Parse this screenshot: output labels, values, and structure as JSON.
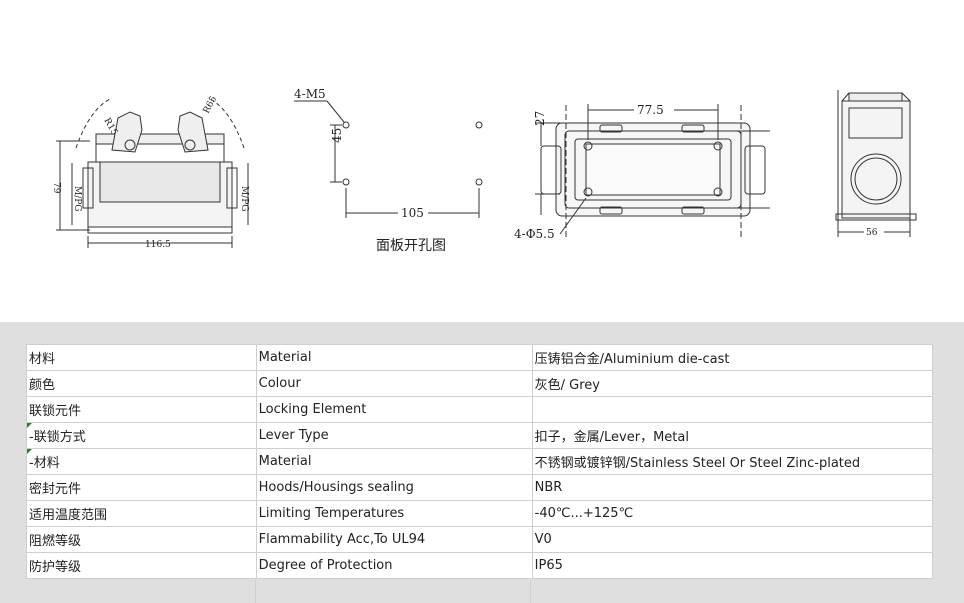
{
  "drawing": {
    "front": {
      "d_width": "116.5",
      "d_height": "79",
      "d_r1": "R15",
      "d_r2": "R65",
      "d_mpg_left": "M/PG",
      "d_mpg_right": "M/PG"
    },
    "panel_cutout": {
      "d_screw": "4-M5",
      "d_height": "45",
      "d_width": "105",
      "title": "面板开孔图"
    },
    "top_view": {
      "d_width": "77.5",
      "d_height": "27",
      "d_hole": "4-Φ5.5"
    },
    "side_view": {
      "d_width": "56"
    }
  },
  "specs": {
    "rows": [
      {
        "cn": "材料",
        "en": "Material",
        "value": "压铸铝合金/Aluminium die-cast"
      },
      {
        "cn": "颜色",
        "en": "Colour",
        "value": "灰色/ Grey"
      },
      {
        "cn": "联锁元件",
        "en": "Locking Element",
        "value": ""
      },
      {
        "cn": " -联锁方式",
        "en": "Lever Type",
        "value": "扣子，金属/Lever，Metal"
      },
      {
        "cn": " -材料",
        "en": "Material",
        "value": "不锈钢或镀锌钢/Stainless Steel Or Steel Zinc-plated"
      },
      {
        "cn": "密封元件",
        "en": "Hoods/Housings sealing",
        "value": "NBR"
      },
      {
        "cn": "适用温度范围",
        "en": "Limiting Temperatures",
        "value": "-40℃...+125℃"
      },
      {
        "cn": "阻燃等级",
        "en": "Flammability Acc,To UL94",
        "value": "V0"
      },
      {
        "cn": "防护等级",
        "en": "Degree of Protection",
        "value": "IP65"
      }
    ]
  },
  "colors": {
    "table_bg": "#dfdfdf",
    "grid": "#cfcfcf",
    "flag": "#2e7d32"
  }
}
